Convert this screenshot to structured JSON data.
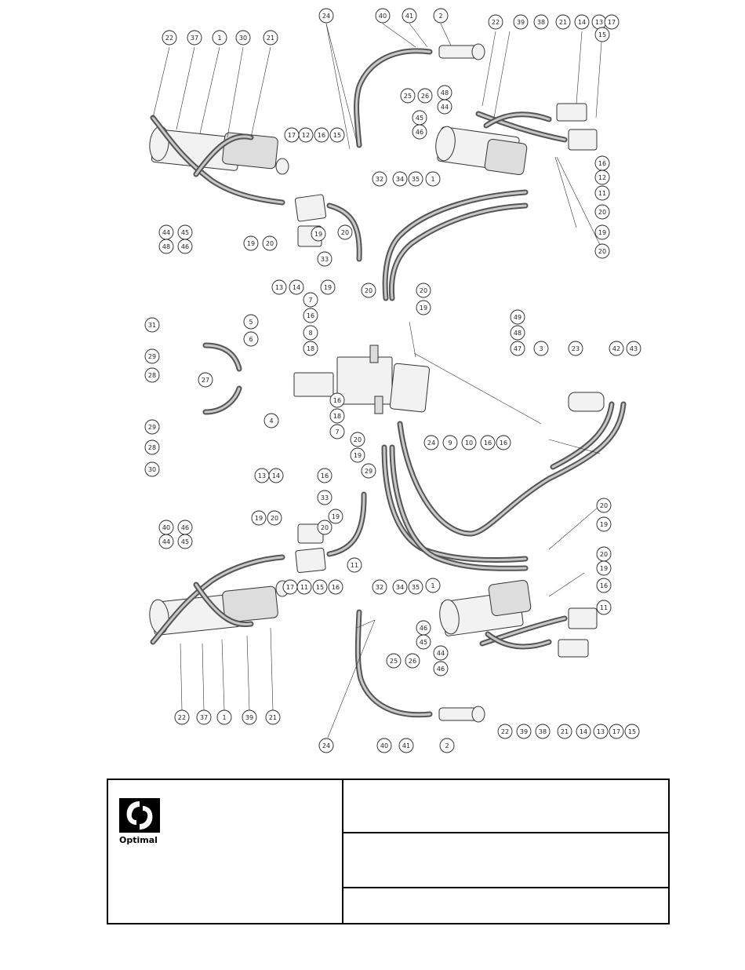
{
  "title_block": {
    "logo_text": "Optimal",
    "logo_icon": "optimal-logo-icon"
  },
  "balloon_labels": {
    "b_22a": "22",
    "b_37a": "37",
    "b_1a": "1",
    "b_30a": "30",
    "b_21a": "21",
    "b_24a": "24",
    "b_40a": "40",
    "b_41a": "41",
    "b_2a": "2",
    "b_25a": "25",
    "b_26a": "26",
    "b_22b": "22",
    "b_39b": "39",
    "b_38b": "38",
    "b_21b": "21",
    "b_14b": "14",
    "b_13b": "13",
    "b_17b": "17",
    "b_15b": "15",
    "b_48b": "48",
    "b_44b": "44",
    "b_45b": "45",
    "b_46b": "46",
    "b_1b": "1",
    "b_16b": "16",
    "b_12b": "12",
    "b_11b": "11",
    "b_20b": "20",
    "b_19b": "19",
    "b_20b2": "20",
    "b_17a": "17",
    "b_12a": "12",
    "b_16a": "16",
    "b_15a": "15",
    "b_32a": "32",
    "b_34a": "34",
    "b_35a": "35",
    "b_48a": "48",
    "b_44a": "44",
    "b_46a": "46",
    "b_45a": "45",
    "b_19a": "19",
    "b_20a": "20",
    "b_13a": "13",
    "b_14a": "14",
    "b_33a": "33",
    "b_19c": "19",
    "b_20c": "20",
    "b_19d": "19",
    "b_20d": "20",
    "b_19e": "19",
    "b_20e": "20",
    "b_31c": "31",
    "b_29c": "29",
    "b_28c": "28",
    "b_27c": "27",
    "b_29d": "29",
    "b_28d": "28",
    "b_30c": "30",
    "b_5c": "5",
    "b_6c": "6",
    "b_4c": "4",
    "b_7c": "7",
    "b_16c": "16",
    "b_8c": "8",
    "b_18c": "18",
    "b_16d": "16",
    "b_18d": "18",
    "b_7d": "7",
    "b_20f": "20",
    "b_24c": "24",
    "b_9c": "9",
    "b_10c": "10",
    "b_16e": "16",
    "b_16f": "16",
    "b_19f": "19",
    "b_49c": "49",
    "b_48c": "48",
    "b_47c": "47",
    "b_3c": "3",
    "b_23c": "23",
    "b_42c": "42",
    "b_43c": "43",
    "b_13e": "13",
    "b_14e": "14",
    "b_40e": "40",
    "b_46e": "46",
    "b_19g": "19",
    "b_20g": "20",
    "b_44e": "44",
    "b_45e": "45",
    "b_16g": "16",
    "b_29g": "29",
    "b_33g": "33",
    "b_19h": "19",
    "b_20h": "20",
    "b_17e": "17",
    "b_11e": "11",
    "b_15e": "15",
    "b_16h": "16",
    "b_32e": "32",
    "b_34e": "34",
    "b_35e": "35",
    "b_11f": "11",
    "b_20i": "20",
    "b_19i": "19",
    "b_20j": "20",
    "b_19j": "19",
    "b_16i": "16",
    "b_11g": "11",
    "b_1e": "1",
    "b_46f": "46",
    "b_45f": "45",
    "b_44f": "44",
    "b_46g": "46",
    "b_22e": "22",
    "b_37e": "37",
    "b_1f": "1",
    "b_39e": "39",
    "b_21e": "21",
    "b_24e": "24",
    "b_40f": "40",
    "b_41e": "41",
    "b_2e": "2",
    "b_25e": "25",
    "b_26e": "26",
    "b_22f": "22",
    "b_39f": "39",
    "b_38f": "38",
    "b_21f": "21",
    "b_14f": "14",
    "b_13f": "13",
    "b_17f": "17",
    "b_15f": "15"
  }
}
